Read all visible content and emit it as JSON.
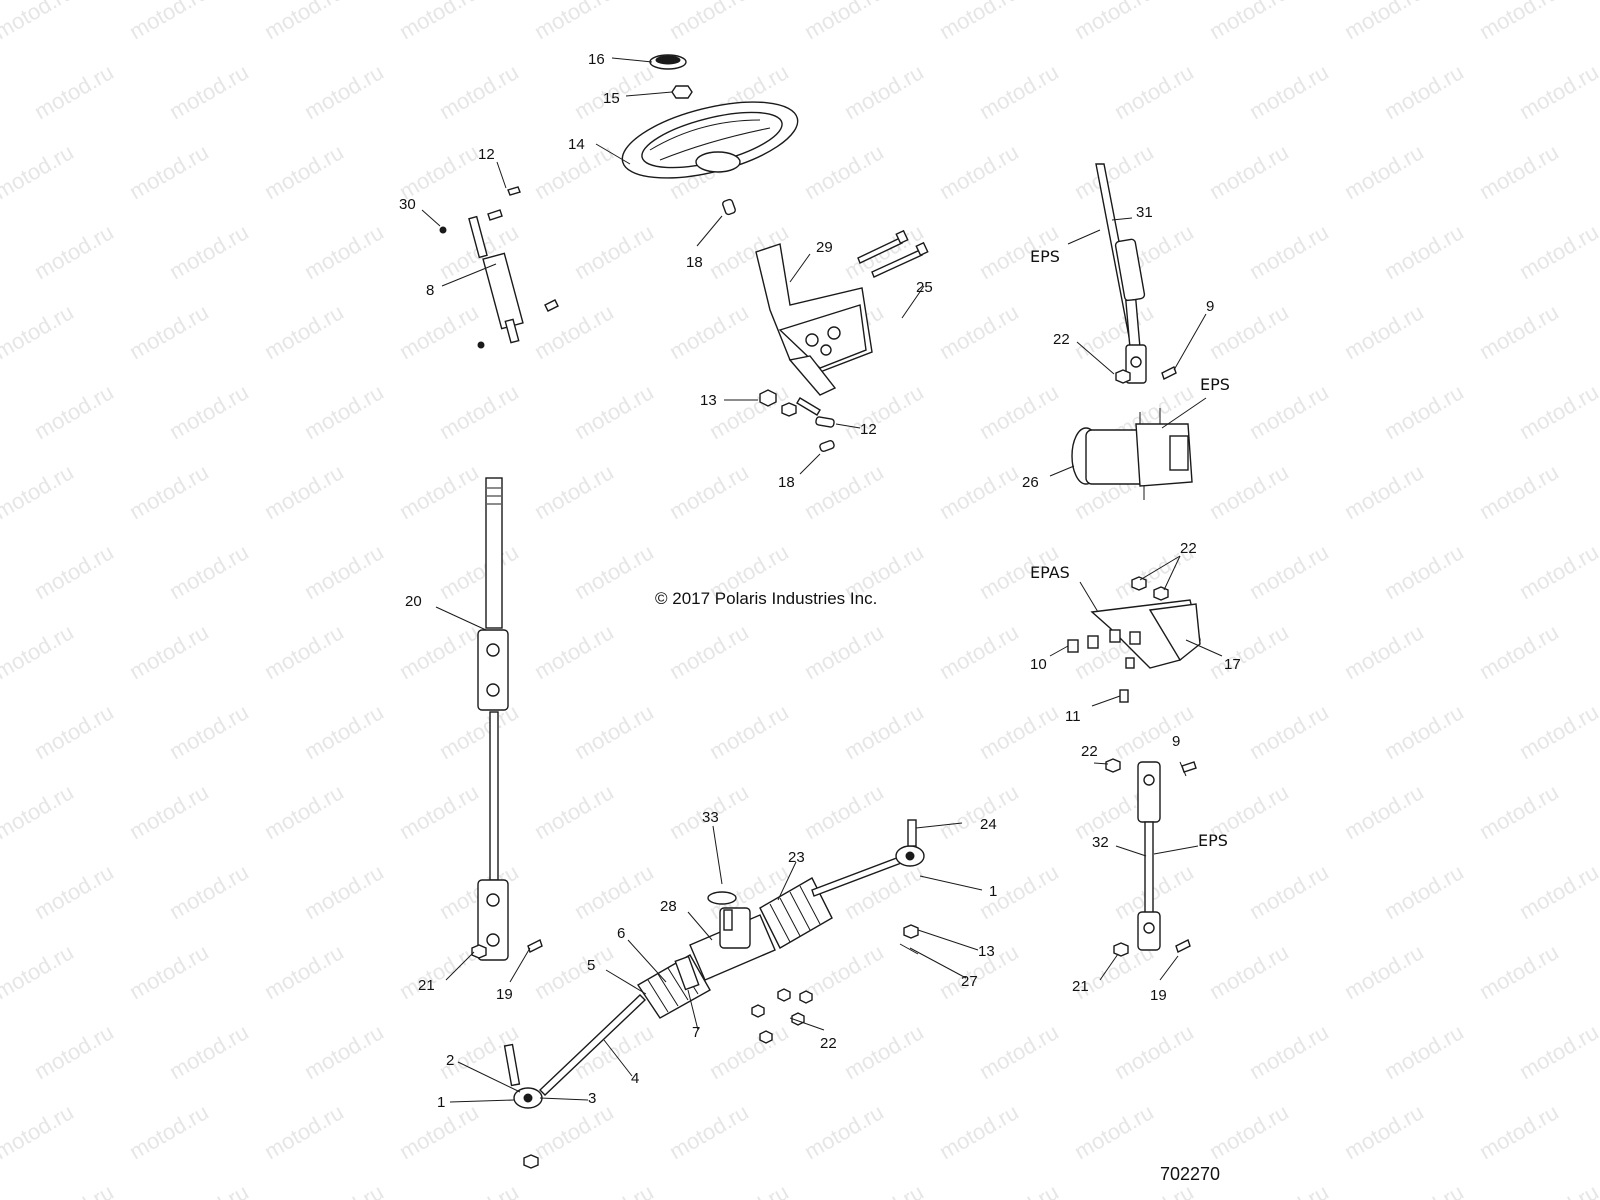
{
  "watermark_text": "motod.ru",
  "copyright": "© 2017 Polaris Industries Inc.",
  "diagram_number": "702270",
  "system_tags": {
    "eps_shaft": "EPS",
    "eps_motor": "EPS",
    "epas_bracket": "EPAS",
    "eps_lower": "EPS"
  },
  "callouts": [
    {
      "id": "c16",
      "text": "16"
    },
    {
      "id": "c15",
      "text": "15"
    },
    {
      "id": "c14",
      "text": "14"
    },
    {
      "id": "c12a",
      "text": "12"
    },
    {
      "id": "c30",
      "text": "30"
    },
    {
      "id": "c8",
      "text": "8"
    },
    {
      "id": "c18a",
      "text": "18"
    },
    {
      "id": "c29",
      "text": "29"
    },
    {
      "id": "c25",
      "text": "25"
    },
    {
      "id": "c13a",
      "text": "13"
    },
    {
      "id": "c12b",
      "text": "12"
    },
    {
      "id": "c18b",
      "text": "18"
    },
    {
      "id": "c31",
      "text": "31"
    },
    {
      "id": "c22a",
      "text": "22"
    },
    {
      "id": "c9a",
      "text": "9"
    },
    {
      "id": "c26",
      "text": "26"
    },
    {
      "id": "c20",
      "text": "20"
    },
    {
      "id": "c22b",
      "text": "22"
    },
    {
      "id": "c10",
      "text": "10"
    },
    {
      "id": "c17",
      "text": "17"
    },
    {
      "id": "c11",
      "text": "11"
    },
    {
      "id": "c22c",
      "text": "22"
    },
    {
      "id": "c9b",
      "text": "9"
    },
    {
      "id": "c32",
      "text": "32"
    },
    {
      "id": "c33",
      "text": "33"
    },
    {
      "id": "c24",
      "text": "24"
    },
    {
      "id": "c23",
      "text": "23"
    },
    {
      "id": "c1a",
      "text": "1"
    },
    {
      "id": "c28",
      "text": "28"
    },
    {
      "id": "c6",
      "text": "6"
    },
    {
      "id": "c5",
      "text": "5"
    },
    {
      "id": "c13b",
      "text": "13"
    },
    {
      "id": "c27",
      "text": "27"
    },
    {
      "id": "c21a",
      "text": "21"
    },
    {
      "id": "c19a",
      "text": "19"
    },
    {
      "id": "c7",
      "text": "7"
    },
    {
      "id": "c22d",
      "text": "22"
    },
    {
      "id": "c21b",
      "text": "21"
    },
    {
      "id": "c19b",
      "text": "19"
    },
    {
      "id": "c2",
      "text": "2"
    },
    {
      "id": "c4",
      "text": "4"
    },
    {
      "id": "c1b",
      "text": "1"
    },
    {
      "id": "c3",
      "text": "3"
    }
  ]
}
